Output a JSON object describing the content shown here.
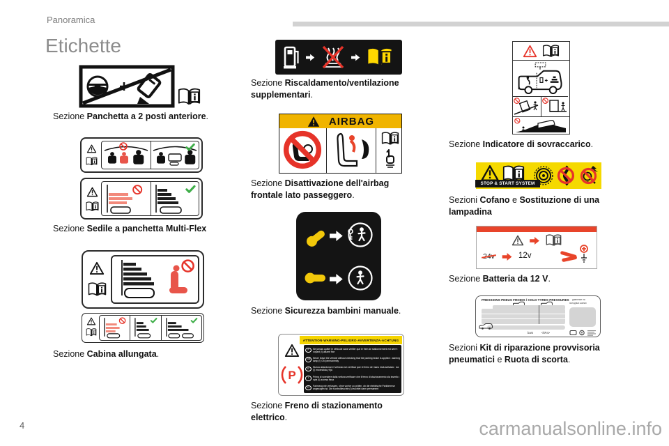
{
  "page": {
    "breadcrumb": "Panoramica",
    "title": "Etichette",
    "page_number": "4",
    "watermark": "carmanualsonline.info"
  },
  "captions": {
    "c1": {
      "pre": "Sezione ",
      "bold": "Panchetta a 2 posti anteriore",
      "post": "."
    },
    "c2": {
      "pre": "Sezione ",
      "bold": "Sedile a panchetta Multi-Flex",
      "post": ""
    },
    "c3": {
      "pre": "Sezione ",
      "bold": "Cabina allungata",
      "post": "."
    },
    "c4": {
      "pre": "Sezione ",
      "bold": "Riscaldamento/ventilazione supplementari",
      "post": "."
    },
    "c5": {
      "pre": "Sezione ",
      "bold": "Disattivazione dell'airbag frontale lato passeggero",
      "post": "."
    },
    "c6": {
      "pre": "Sezione ",
      "bold": "Sicurezza bambini manuale",
      "post": "."
    },
    "c7": {
      "pre": "Sezione ",
      "bold": "Freno di stazionamento elettrico",
      "post": "."
    },
    "c8": {
      "pre": "Sezione ",
      "bold": "Indicatore di sovraccarico",
      "post": "."
    },
    "c9": {
      "pre": "Sezioni ",
      "bold": "Cofano",
      "mid": " e ",
      "bold2": "Sostituzione di una lampadina",
      "post": ""
    },
    "c10": {
      "pre": "Sezione ",
      "bold": "Batteria da 12 V",
      "post": "."
    },
    "c11": {
      "pre": "Sezioni ",
      "bold": "Kit di riparazione provvisoria pneumatici",
      "mid": " e ",
      "bold2": "Ruota di scorta",
      "post": "."
    }
  },
  "labels": {
    "airbag": {
      "header": "AIRBAG"
    },
    "stop_start": {
      "banner": "STOP & START SYSTEM"
    },
    "battery": {
      "old_voltage": "24v",
      "new_voltage": "12v"
    },
    "parking_brake": {
      "header": "ATTENTION-WARNING-PELIGRO-AVVERTENZA-ACHTUNG",
      "rows": [
        {
          "lang": "F",
          "text": "Ne jamais quitter le véhicule sans vérifier que le frein de stationnement est serré : voyant (!) allumé fixe"
        },
        {
          "lang": "GB",
          "text": "Never leave the vehicle without checking that the parking brake is applied : warning lamp (!) ON permanently"
        },
        {
          "lang": "E",
          "text": "Nunca abandonar el vehículo sin verificar que el freno de mano está activado : luz (!) encendida y fija"
        },
        {
          "lang": "I",
          "text": "Prima di scendere dalla vettura verificare che il freno di stazionamento sia inserito : spia (!) accesa fissa"
        },
        {
          "lang": "D",
          "text": "Fahrzeug nie verlassen, ohne vorher zu prüfen, ob die elektrische Parkbremse angezogen ist. Die Kontrollleuchte (!) leuchtet dann permanent"
        }
      ]
    },
    "tyre_pressure": {
      "title": "PRESSIONS PNEUS FROIDS / COLD TYRES PRESSURES",
      "subtitle_line1": "давление на",
      "subtitle_line2": "холодных шинах",
      "unit_bars": "bars",
      "unit_kpa": "<kPa>"
    }
  },
  "colors": {
    "accent_red": "#e63329",
    "accent_yellow": "#f0b400",
    "accent_green": "#3fae49",
    "label_black": "#141414"
  }
}
